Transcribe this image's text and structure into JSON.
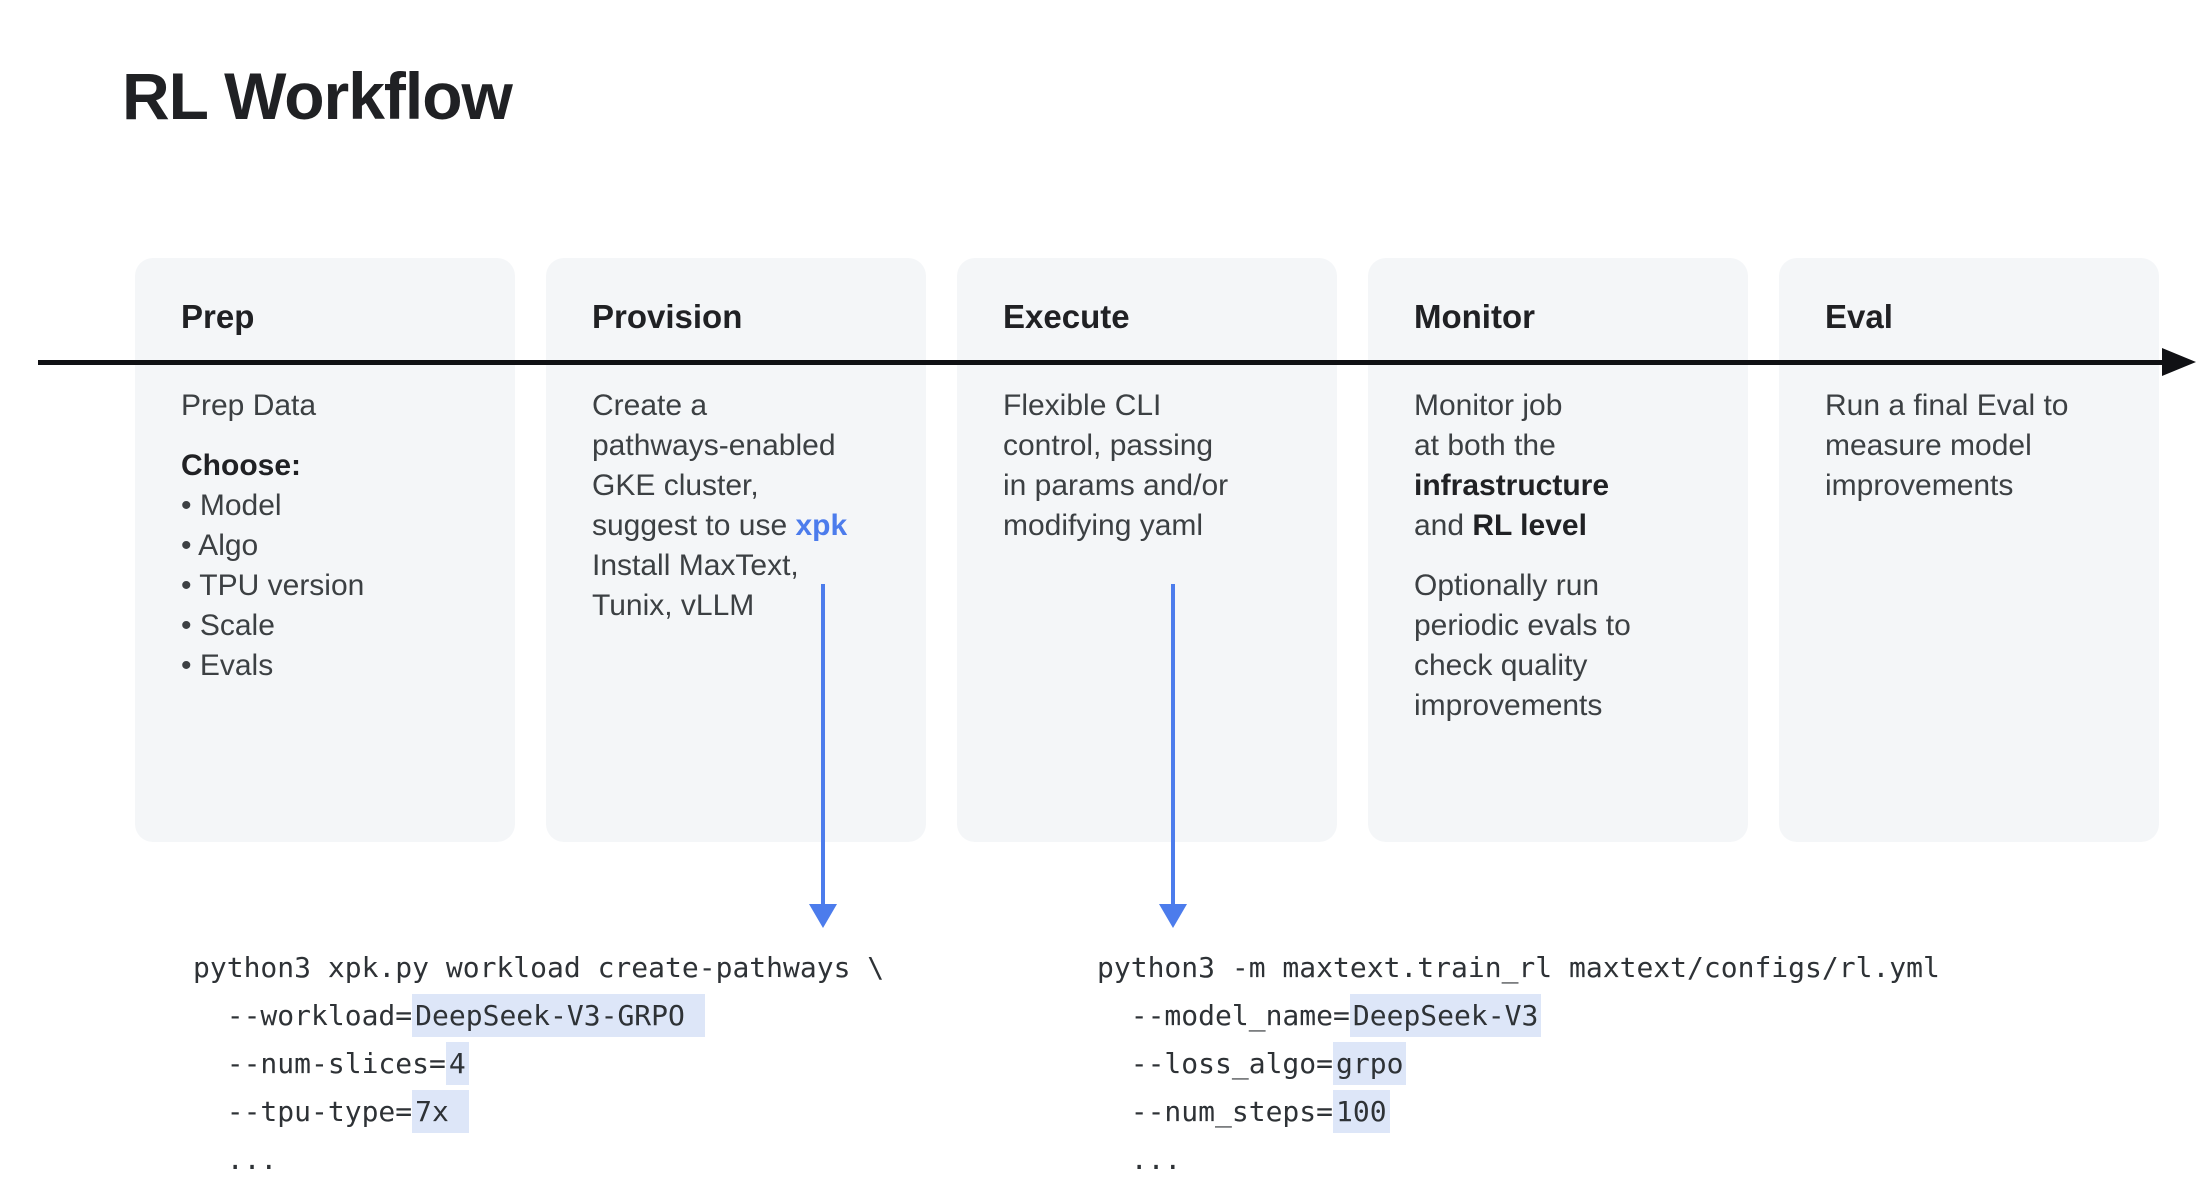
{
  "title": "RL Workflow",
  "colors": {
    "accent_blue": "#4c7cec",
    "card_bg": "#f4f6f8",
    "title_color": "#202124",
    "body_color": "#3c4043",
    "code_color": "#2e3236",
    "highlight_bg": "#dde6f8",
    "timeline_color": "#101114"
  },
  "stages": [
    {
      "label": "Prep",
      "body": [
        {
          "lines": [
            [
              {
                "t": "Prep Data"
              }
            ]
          ]
        },
        {
          "lines": [
            [
              {
                "t": "Choose:",
                "b": true
              }
            ],
            [
              {
                "t": "• Model"
              }
            ],
            [
              {
                "t": "• Algo"
              }
            ],
            [
              {
                "t": "• TPU version"
              }
            ],
            [
              {
                "t": "• Scale"
              }
            ],
            [
              {
                "t": "• Evals"
              }
            ]
          ]
        }
      ]
    },
    {
      "label": "Provision",
      "body": [
        {
          "lines": [
            [
              {
                "t": "Create a"
              }
            ],
            [
              {
                "t": "pathways-enabled"
              }
            ],
            [
              {
                "t": "GKE cluster,"
              }
            ],
            [
              {
                "t": "suggest to use "
              },
              {
                "t": "xpk",
                "link": true
              }
            ],
            [
              {
                "t": "Install MaxText,"
              }
            ],
            [
              {
                "t": "Tunix, vLLM"
              }
            ]
          ]
        }
      ]
    },
    {
      "label": "Execute",
      "body": [
        {
          "lines": [
            [
              {
                "t": "Flexible CLI"
              }
            ],
            [
              {
                "t": "control, passing"
              }
            ],
            [
              {
                "t": "in params and/or"
              }
            ],
            [
              {
                "t": "modifying yaml"
              }
            ]
          ]
        }
      ]
    },
    {
      "label": "Monitor",
      "body": [
        {
          "lines": [
            [
              {
                "t": "Monitor job"
              }
            ],
            [
              {
                "t": "at both the"
              }
            ],
            [
              {
                "t": "infrastructure",
                "b": true
              }
            ],
            [
              {
                "t": "and "
              },
              {
                "t": "RL level",
                "b": true
              }
            ]
          ]
        },
        {
          "lines": [
            [
              {
                "t": "Optionally run"
              }
            ],
            [
              {
                "t": "periodic evals to"
              }
            ],
            [
              {
                "t": "check quality"
              }
            ],
            [
              {
                "t": "improvements"
              }
            ]
          ]
        }
      ]
    },
    {
      "label": "Eval",
      "body": [
        {
          "lines": [
            [
              {
                "t": "Run a final Eval to"
              }
            ],
            [
              {
                "t": "measure model"
              }
            ],
            [
              {
                "t": "improvements"
              }
            ]
          ]
        }
      ]
    }
  ],
  "code_blocks": [
    {
      "lines": [
        [
          {
            "t": "python3 xpk.py workload create-pathways \\"
          }
        ],
        [
          {
            "t": "  --workload="
          },
          {
            "t": "DeepSeek-V3-GRPO ",
            "hl": true
          }
        ],
        [
          {
            "t": "  --num-slices="
          },
          {
            "t": "4",
            "hl": true
          }
        ],
        [
          {
            "t": "  --tpu-type="
          },
          {
            "t": "7x ",
            "hl": true
          }
        ],
        [
          {
            "t": "  ..."
          }
        ]
      ]
    },
    {
      "lines": [
        [
          {
            "t": "python3 -m maxtext.train_rl maxtext/configs/rl.yml"
          }
        ],
        [
          {
            "t": "  --model_name="
          },
          {
            "t": "DeepSeek-V3",
            "hl": true
          }
        ],
        [
          {
            "t": "  --loss_algo="
          },
          {
            "t": "grpo",
            "hl": true
          }
        ],
        [
          {
            "t": "  --num_steps="
          },
          {
            "t": "100",
            "hl": true
          }
        ],
        [
          {
            "t": "  ..."
          }
        ]
      ]
    }
  ]
}
